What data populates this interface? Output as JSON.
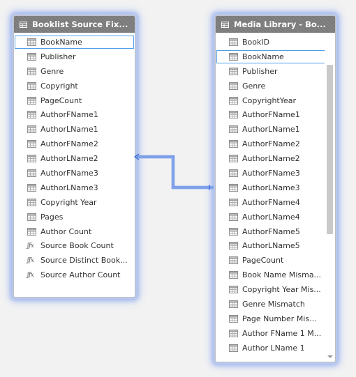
{
  "left_table": {
    "title": "Booklist Source Fix...",
    "fields": [
      {
        "label": "BookName",
        "kind": "column",
        "selected": true
      },
      {
        "label": "Publisher",
        "kind": "column"
      },
      {
        "label": "Genre",
        "kind": "column"
      },
      {
        "label": "Copyright",
        "kind": "column"
      },
      {
        "label": "PageCount",
        "kind": "column"
      },
      {
        "label": "AuthorFName1",
        "kind": "column"
      },
      {
        "label": "AuthorLName1",
        "kind": "column"
      },
      {
        "label": "AuthorFName2",
        "kind": "column"
      },
      {
        "label": "AuthorLName2",
        "kind": "column"
      },
      {
        "label": "AuthorFName3",
        "kind": "column"
      },
      {
        "label": "AuthorLName3",
        "kind": "column"
      },
      {
        "label": "Copyright Year",
        "kind": "column"
      },
      {
        "label": "Pages",
        "kind": "column"
      },
      {
        "label": "Author Count",
        "kind": "column"
      },
      {
        "label": "Source Book Count",
        "kind": "measure"
      },
      {
        "label": "Source Distinct Book...",
        "kind": "measure"
      },
      {
        "label": "Source Author Count",
        "kind": "measure"
      }
    ]
  },
  "right_table": {
    "title": "Media Library - Bo...",
    "fields": [
      {
        "label": "BookID",
        "kind": "column"
      },
      {
        "label": "BookName",
        "kind": "column",
        "selected": true
      },
      {
        "label": "Publisher",
        "kind": "column"
      },
      {
        "label": "Genre",
        "kind": "column"
      },
      {
        "label": "CopyrightYear",
        "kind": "column"
      },
      {
        "label": "AuthorFName1",
        "kind": "column"
      },
      {
        "label": "AuthorLName1",
        "kind": "column"
      },
      {
        "label": "AuthorFName2",
        "kind": "column"
      },
      {
        "label": "AuthorLName2",
        "kind": "column"
      },
      {
        "label": "AuthorFName3",
        "kind": "column"
      },
      {
        "label": "AuthorLName3",
        "kind": "column"
      },
      {
        "label": "AuthorFName4",
        "kind": "column"
      },
      {
        "label": "AuthorLName4",
        "kind": "column"
      },
      {
        "label": "AuthorFName5",
        "kind": "column"
      },
      {
        "label": "AuthorLName5",
        "kind": "column"
      },
      {
        "label": "PageCount",
        "kind": "column"
      },
      {
        "label": "Book Name Misma...",
        "kind": "column"
      },
      {
        "label": "Copyright Year Mis...",
        "kind": "column"
      },
      {
        "label": "Genre Mismatch",
        "kind": "column"
      },
      {
        "label": "Page Number Mis...",
        "kind": "column"
      },
      {
        "label": "Author FName 1 M...",
        "kind": "column"
      },
      {
        "label": "Author LName 1",
        "kind": "column"
      }
    ]
  },
  "icons": {
    "table": "table-icon",
    "column": "column-icon",
    "measure": "calculated-measure-icon",
    "scroll_down": "chevron-down-icon"
  },
  "colors": {
    "header_bg": "#7a7a7a",
    "selection_border": "#4f9de8",
    "relationship_line": "#3a6fe0",
    "glow": "#9db3ea"
  }
}
